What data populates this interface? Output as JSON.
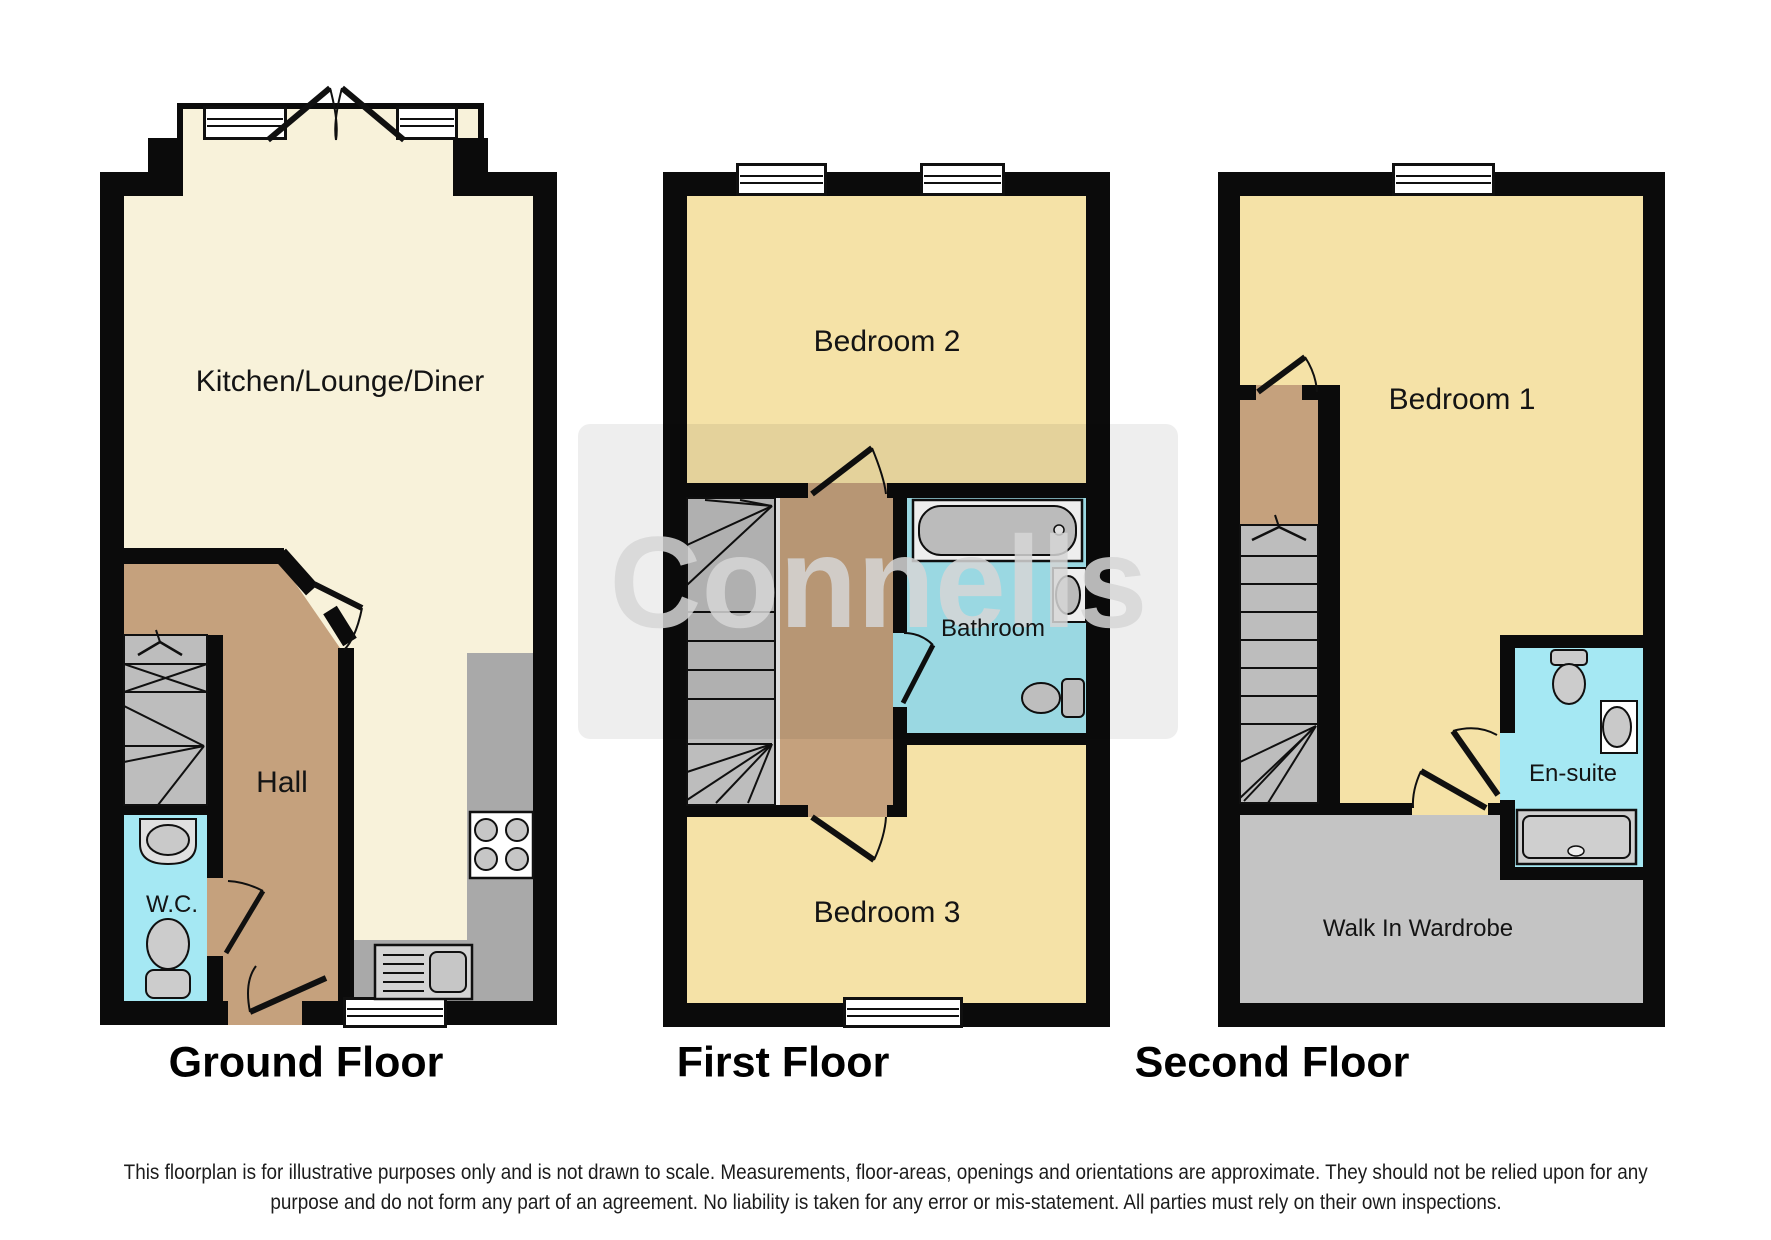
{
  "watermark": {
    "text": "Connells"
  },
  "floors": [
    {
      "label": "Ground Floor",
      "rooms": {
        "kitchen": "Kitchen/Lounge/Diner",
        "hall": "Hall",
        "wc": "W.C."
      }
    },
    {
      "label": "First Floor",
      "rooms": {
        "bedroom2": "Bedroom 2",
        "bathroom": "Bathroom",
        "bedroom3": "Bedroom 3"
      }
    },
    {
      "label": "Second Floor",
      "rooms": {
        "bedroom1": "Bedroom 1",
        "ensuite": "En-suite",
        "wardrobe": "Walk In Wardrobe"
      }
    }
  ],
  "disclaimer": {
    "line1": "This floorplan is for illustrative purposes only and is not drawn to scale. Measurements, floor-areas, openings and orientations are approximate. They should not be relied upon for any",
    "line2": "purpose and do not form any part of an agreement. No liability is taken for any error or mis-statement. All parties must rely on their own inspections."
  },
  "colors": {
    "wall_black": "#0b0b0b",
    "room_cream": "#f8f2da",
    "room_yellow": "#f5e2a7",
    "hall_brown": "#c5a17d",
    "wet_blue": "#a5e8f3",
    "stairs_gray": "#bdbdbd",
    "counter_gray": "#a9a9a9",
    "wardrobe_gray": "#c4c4c4"
  }
}
